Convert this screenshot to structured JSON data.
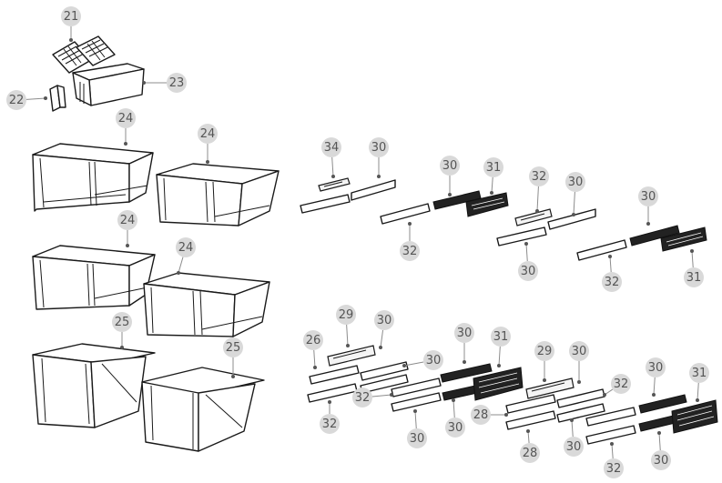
{
  "diagram": {
    "callouts": [
      {
        "label": "21"
      },
      {
        "label": "22"
      },
      {
        "label": "23"
      },
      {
        "label": "24"
      },
      {
        "label": "24"
      },
      {
        "label": "24"
      },
      {
        "label": "24"
      },
      {
        "label": "25"
      },
      {
        "label": "25"
      },
      {
        "label": "34"
      },
      {
        "label": "30"
      },
      {
        "label": "30"
      },
      {
        "label": "31"
      },
      {
        "label": "32"
      },
      {
        "label": "30"
      },
      {
        "label": "32"
      },
      {
        "label": "30"
      },
      {
        "label": "30"
      },
      {
        "label": "32"
      },
      {
        "label": "31"
      },
      {
        "label": "26"
      },
      {
        "label": "29"
      },
      {
        "label": "30"
      },
      {
        "label": "30"
      },
      {
        "label": "30"
      },
      {
        "label": "31"
      },
      {
        "label": "32"
      },
      {
        "label": "30"
      },
      {
        "label": "32"
      },
      {
        "label": "30"
      },
      {
        "label": "29"
      },
      {
        "label": "30"
      },
      {
        "label": "32"
      },
      {
        "label": "30"
      },
      {
        "label": "31"
      },
      {
        "label": "28"
      },
      {
        "label": "28"
      },
      {
        "label": "30"
      },
      {
        "label": "32"
      },
      {
        "label": "30"
      }
    ]
  }
}
